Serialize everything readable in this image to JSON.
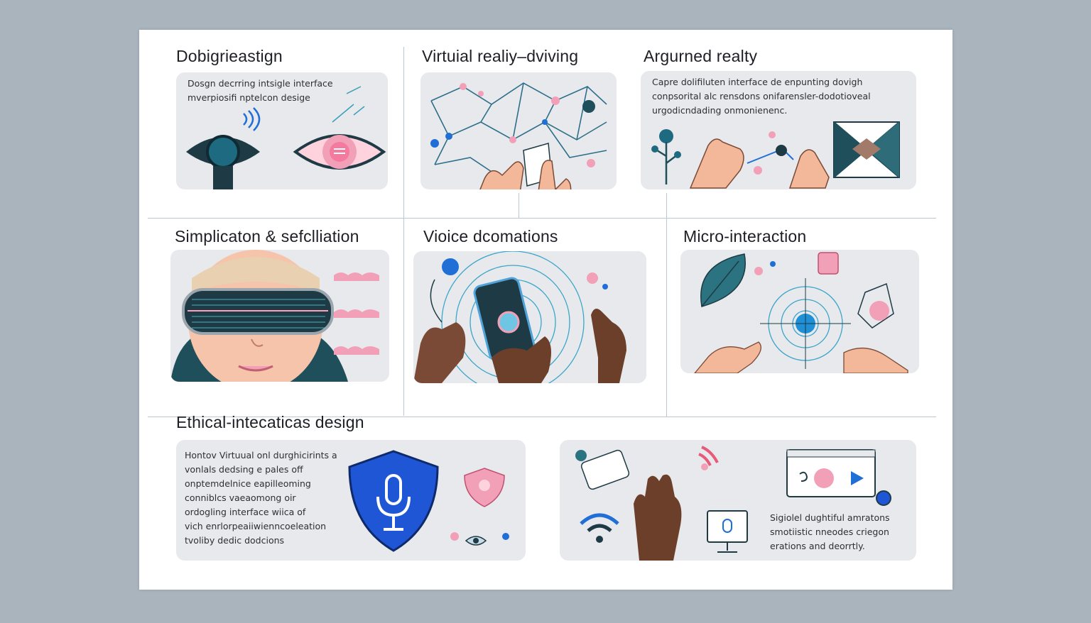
{
  "sections": {
    "s1": {
      "title": "Dobigrieastign",
      "desc": [
        "Dosgn decrring intsigle interface",
        "mverpiosifi nptelcon desige"
      ]
    },
    "s2": {
      "title": "Virtuial realiy–dviving"
    },
    "s3": {
      "title": "Argurned realty",
      "desc": [
        "Capre dolifiluten interface de enpunting dovigh",
        "conpsorital alc rensdons onifarensler-dodotioveal",
        "urgodicndading onmonienenc."
      ]
    },
    "s4": {
      "title": "Simplicaton & sefclliation"
    },
    "s5": {
      "title": "Vioice dcomations"
    },
    "s6": {
      "title": "Micro-interaction"
    },
    "s7": {
      "title": "Ethical-intecaticas design",
      "desc": [
        "Hontov Virtuual onl durghicirints a",
        "vonlals dedsing e pales off",
        "onptemdelnice eapilleoming",
        "conniblcs vaeaomong oir",
        "ordogling interface wiica of",
        "vich enrlorpeaiiwienncoeleation",
        "tvoliby dedic dodcions"
      ]
    },
    "s8": {
      "desc": [
        "Sigiolel dughtiful amratons",
        "smotiistic nneodes criegon",
        "erations and deorrtly."
      ]
    }
  },
  "colors": {
    "page_bg": "#a9b4bd",
    "card_bg": "#e7e9ec",
    "accent_pink": "#f2a0b8",
    "accent_blue": "#1f6fd6",
    "dark_teal": "#1e4f5b",
    "skin_light": "#f3b89a",
    "skin_dark": "#6b3f2a"
  },
  "icons": [
    "eye-icon",
    "pink-eye-icon",
    "network-icon",
    "hand-icon",
    "vr-headset-icon",
    "phone-icon",
    "leaf-icon",
    "target-icon",
    "shield-mic-icon",
    "wifi-icon",
    "video-player-icon",
    "monitor-icon"
  ]
}
